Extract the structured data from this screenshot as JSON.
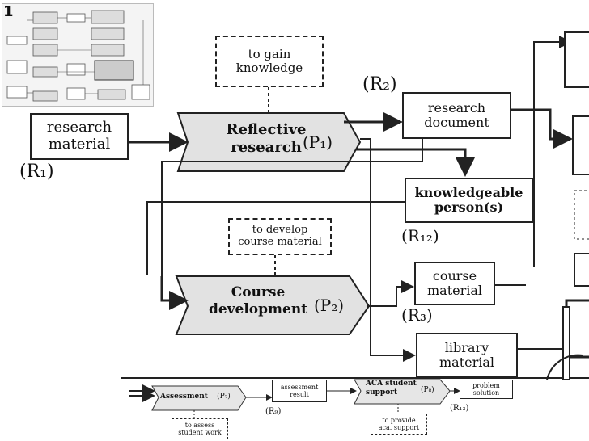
{
  "figure": {
    "number": "1"
  },
  "processes": {
    "p1": {
      "label_line1": "Reflective",
      "label_line2": "research",
      "tag": "(P₁)"
    },
    "p2": {
      "label_line1": "Course",
      "label_line2": "development",
      "tag": "(P₂)"
    },
    "p7": {
      "label": "Assessment",
      "tag": "(P₇)"
    },
    "p8": {
      "label_line1": "ACA student",
      "label_line2": "support",
      "tag": "(P₈)"
    }
  },
  "resources": {
    "r1": {
      "line1": "research",
      "line2": "material",
      "tag": "(R₁)"
    },
    "r2": {
      "line1": "research",
      "line2": "document",
      "tag": "(R₂)"
    },
    "r12": {
      "line1": "knowledgeable",
      "line2": "person(s)",
      "tag": "(R₁₂)"
    },
    "r3": {
      "line1": "course",
      "line2": "material",
      "tag": "(R₃)"
    },
    "library": {
      "line1": "library",
      "line2": "material"
    },
    "r9": {
      "line1": "assessment",
      "line2": "result",
      "tag": "(R₉)"
    },
    "r13": {
      "line1": "problem",
      "line2": "solution",
      "tag": "(R₁₃)"
    }
  },
  "goals": {
    "g1": {
      "line1": "to gain",
      "line2": "knowledge"
    },
    "g2": {
      "line1": "to develop",
      "line2": "course material"
    },
    "g7": {
      "line1": "to assess",
      "line2": "student work"
    },
    "g8": {
      "line1": "to provide",
      "line2": "aca. support"
    }
  },
  "colors": {
    "process_fill": "#e2e2e2",
    "stroke": "#222222",
    "background": "#ffffff"
  }
}
